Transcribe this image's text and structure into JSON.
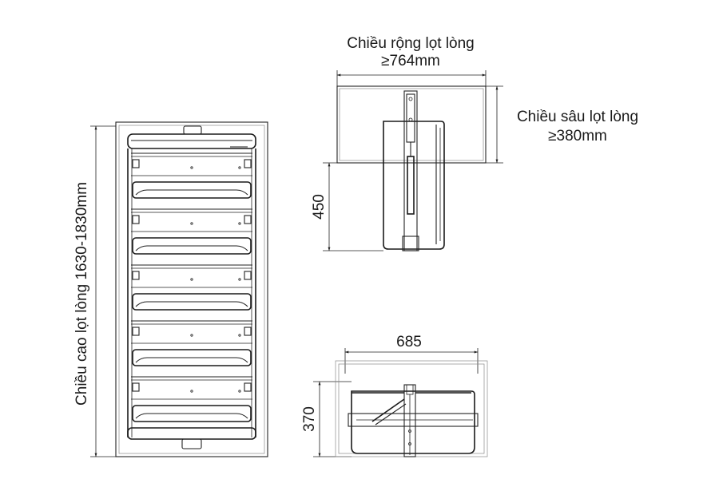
{
  "labels": {
    "width_title": "Chiều rộng lọt lòng",
    "width_value": "≥764mm",
    "depth_title": "Chiều sâu lọt lòng",
    "depth_value": "≥380mm",
    "height_label": "Chiều cao lọt lòng 1630-1830mm",
    "dim_450": "450",
    "dim_685": "685",
    "dim_370": "370"
  },
  "front_view": {
    "shelf_count": 5
  }
}
